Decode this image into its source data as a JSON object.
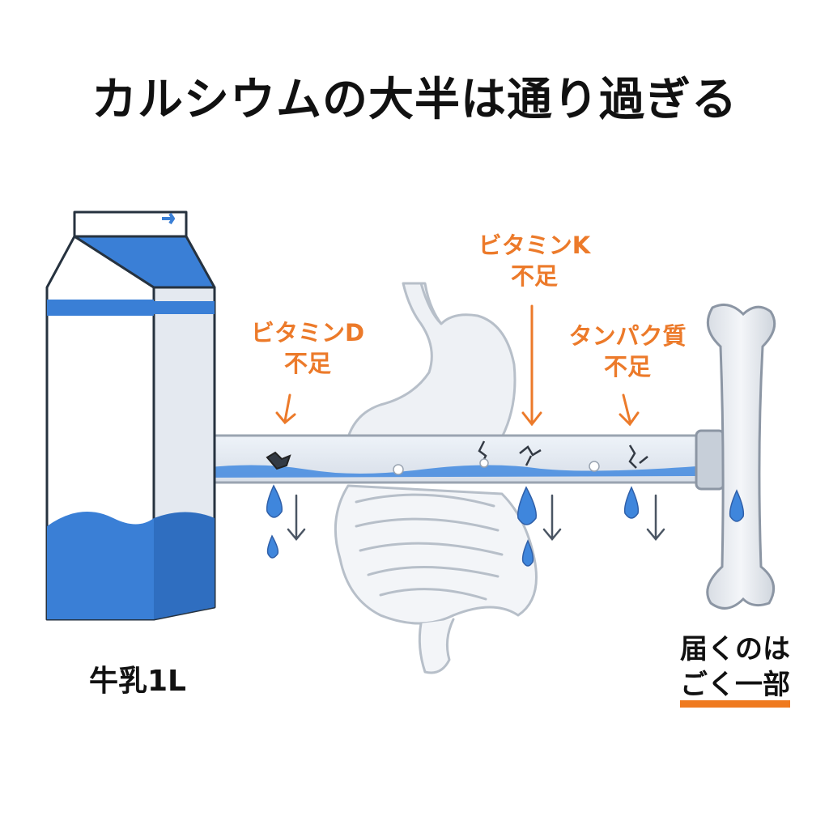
{
  "title": "カルシウムの大半は通り過ぎる",
  "labels": {
    "vitamin_d": {
      "line1": "ビタミンD",
      "line2": "不足"
    },
    "vitamin_k": {
      "line1": "ビタミンK",
      "line2": "不足"
    },
    "protein": {
      "line1": "タンパク質",
      "line2": "不足"
    }
  },
  "milk_label": "牛乳1L",
  "bone_label": {
    "line1": "届くのは",
    "line2": "ごく一部"
  },
  "colors": {
    "accent_orange": "#ec7a2a",
    "milk_blue": "#3a7fd6",
    "water_blue": "#4a8ee0",
    "outline_gray": "#b7bfc9"
  },
  "icons": [
    "milk-carton-icon",
    "stomach-icon",
    "intestine-icon",
    "pipe-icon",
    "bone-icon",
    "drop-icon",
    "arrow-down-icon"
  ]
}
